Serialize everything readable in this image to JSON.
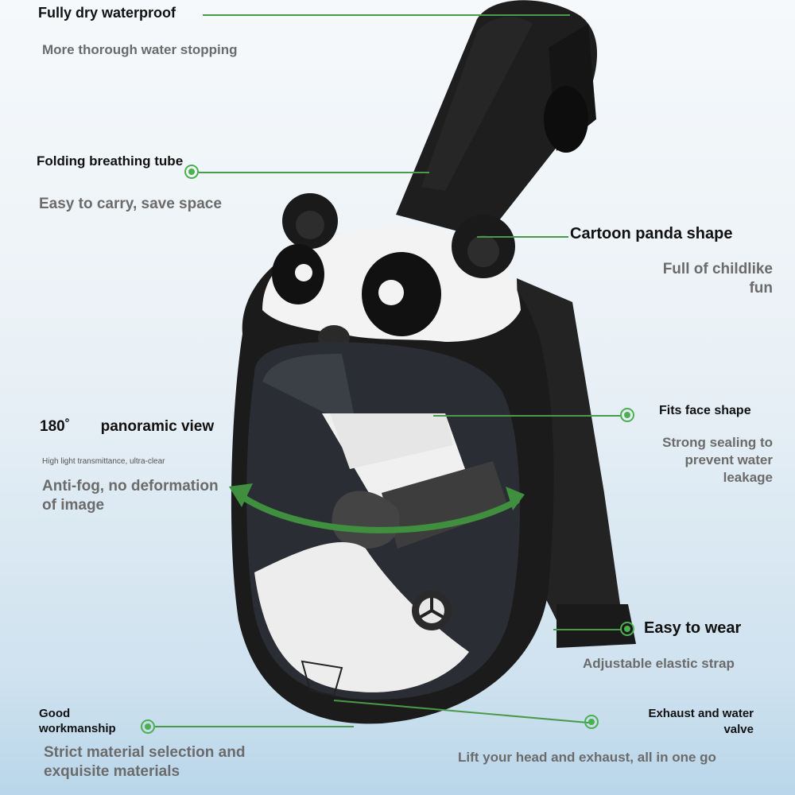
{
  "features": {
    "waterproof": {
      "title": "Fully dry waterproof",
      "desc": "More thorough water stopping"
    },
    "breathing_tube": {
      "title": "Folding breathing tube",
      "desc": "Easy to carry, save space"
    },
    "panda": {
      "title": "Cartoon panda shape",
      "desc": "Full of childlike fun"
    },
    "view": {
      "title_deg": "180˚",
      "title": "panoramic view",
      "note": "High light transmittance, ultra-clear",
      "desc": "Anti-fog, no deformation of image"
    },
    "face": {
      "title": "Fits face shape",
      "desc": "Strong sealing to prevent water leakage"
    },
    "wear": {
      "title": "Easy to wear",
      "desc": "Adjustable elastic strap"
    },
    "workmanship": {
      "title": "Good workmanship",
      "desc": "Strict material selection and exquisite materials"
    },
    "valve": {
      "title": "Exhaust and water valve",
      "desc": "Lift your head and exhaust, all in one go"
    }
  },
  "colors": {
    "accent": "#4caf50",
    "mask_black": "#1c1c1c",
    "mask_white": "#f2f2f2"
  },
  "icons": {
    "callout": "target-dot-icon"
  }
}
